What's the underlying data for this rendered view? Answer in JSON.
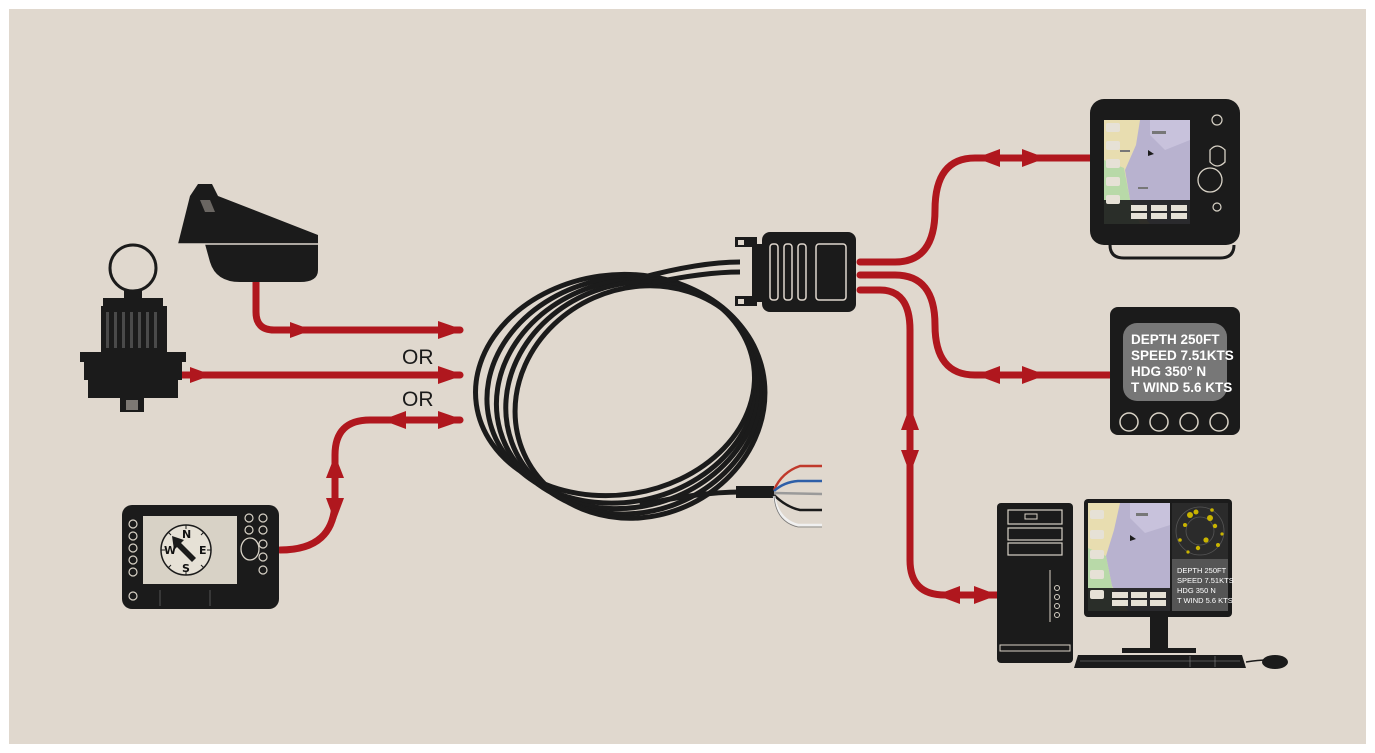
{
  "diagram": {
    "or_labels": [
      "OR",
      "OR"
    ],
    "instrument_display": {
      "lines": [
        "DEPTH 250FT",
        "SPEED 7.51KTS",
        "HDG  350°  N",
        "T WIND 5.6 KTS"
      ]
    },
    "pc_monitor_readout": {
      "lines": [
        "DEPTH 250FT",
        "SPEED 7.51KTS",
        "HDG 350 N",
        "T WIND 5.6 KTS"
      ]
    },
    "compass_letters": {
      "n": "N",
      "e": "E",
      "s": "S",
      "w": "W"
    }
  },
  "colors": {
    "background": "#e0d8ce",
    "frame": "#ffffff",
    "cable_red": "#b0171e",
    "device_black": "#1b1b1b",
    "chart_land": "#e8ddb0",
    "chart_water": "#b8b2cf",
    "chart_green": "#b8d9a8",
    "wire_red": "#c0392b",
    "wire_blue": "#2e5fa8",
    "wire_white": "#f0f0f0"
  }
}
